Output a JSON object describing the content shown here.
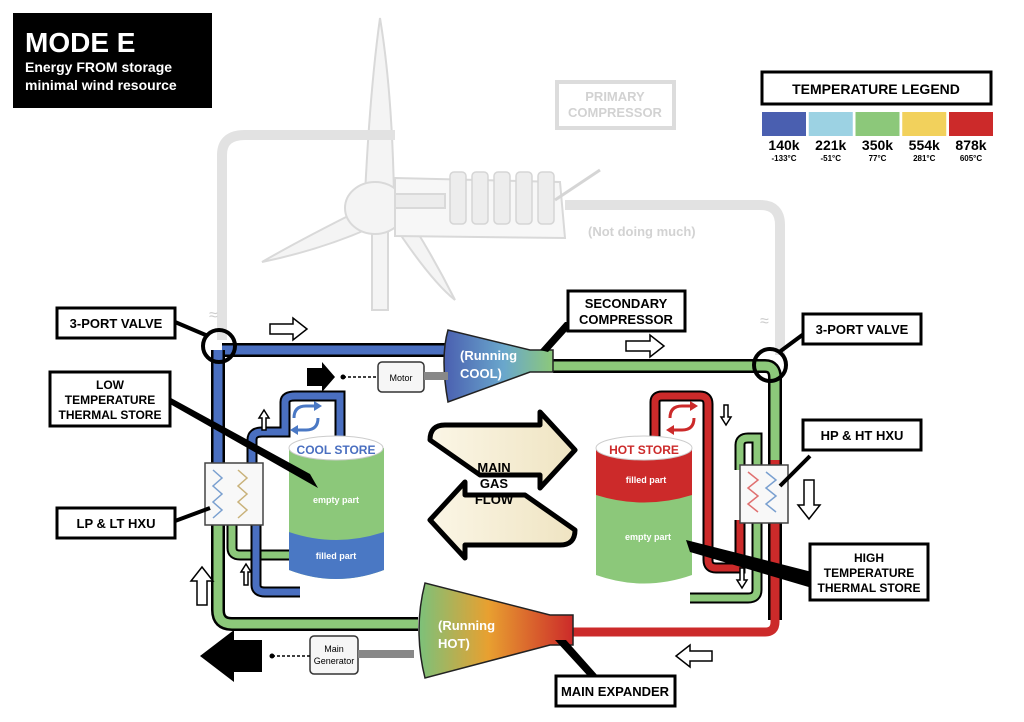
{
  "mode_box": {
    "title": "MODE E",
    "line1": "Energy FROM storage",
    "line2": "minimal wind resource"
  },
  "legend": {
    "title": "TEMPERATURE LEGEND",
    "items": [
      {
        "kelvin": "140k",
        "celsius": "-133°C",
        "color": "#4a5fb0"
      },
      {
        "kelvin": "221k",
        "celsius": "-51°C",
        "color": "#9cd2e3"
      },
      {
        "kelvin": "350k",
        "celsius": "77°C",
        "color": "#8cc87a"
      },
      {
        "kelvin": "554k",
        "celsius": "281°C",
        "color": "#f2d15c"
      },
      {
        "kelvin": "878k",
        "celsius": "605°C",
        "color": "#cc2a2a"
      }
    ]
  },
  "primary_compressor": {
    "line1": "PRIMARY",
    "line2": "COMPRESSOR",
    "note": "(Not doing much)"
  },
  "labels": {
    "valve_left": "3-PORT VALVE",
    "valve_right": "3-PORT VALVE",
    "secondary_compressor_1": "SECONDARY",
    "secondary_compressor_2": "COMPRESSOR",
    "low_store_1": "LOW",
    "low_store_2": "TEMPERATURE",
    "low_store_3": "THERMAL STORE",
    "lp_hxu": "LP & LT HXU",
    "hp_hxu": "HP & HT HXU",
    "high_store_1": "HIGH",
    "high_store_2": "TEMPERATURE",
    "high_store_3": "THERMAL STORE",
    "main_expander": "MAIN EXPANDER"
  },
  "cool_store": {
    "title": "COOL STORE",
    "empty": "empty part",
    "filled": "filled part"
  },
  "hot_store": {
    "title": "HOT STORE",
    "filled": "filled part",
    "empty": "empty part"
  },
  "secondary_running": {
    "line1": "(Running",
    "line2": "COOL)"
  },
  "expander_running": {
    "line1": "(Running",
    "line2": "HOT)"
  },
  "motor": "Motor",
  "generator": {
    "line1": "Main",
    "line2": "Generator"
  },
  "main_flow": {
    "line1": "MAIN",
    "line2": "GAS",
    "line3": "FLOW"
  }
}
